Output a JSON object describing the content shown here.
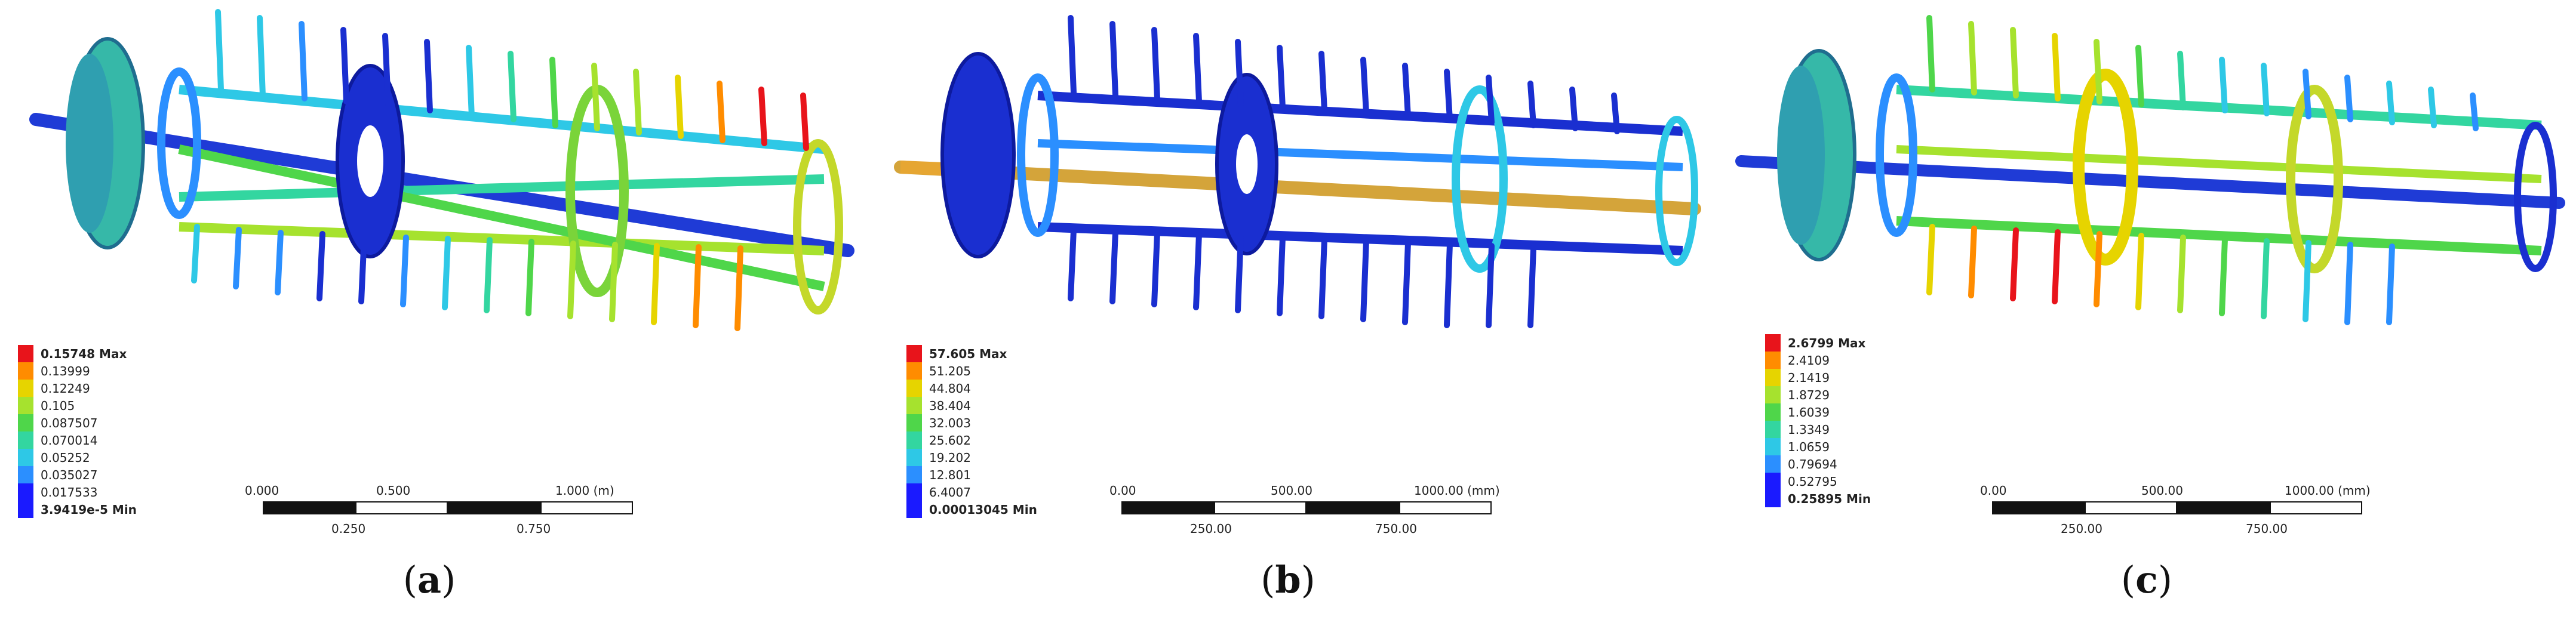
{
  "panels": [
    {
      "caption_open": "(",
      "caption_letter": "a",
      "caption_close": ")",
      "legend_colors": [
        "#e8141b",
        "#ff8c00",
        "#e6d400",
        "#a6e22e",
        "#4fd64a",
        "#33d6a0",
        "#2ec8e6",
        "#2b8fff",
        "#1a1aff"
      ],
      "legend": [
        "0.15748 Max",
        "0.13999",
        "0.12249",
        "0.105",
        "0.087507",
        "0.070014",
        "0.05252",
        "0.035027",
        "0.017533",
        "3.9419e-5 Min"
      ],
      "scale_top": [
        "0.000",
        "0.500",
        "1.000 (m)"
      ],
      "scale_bottom": [
        "0.250",
        "0.750"
      ]
    },
    {
      "caption_open": "(",
      "caption_letter": "b",
      "caption_close": ")",
      "legend_colors": [
        "#e8141b",
        "#ff8c00",
        "#e6d400",
        "#a6e22e",
        "#4fd64a",
        "#33d6a0",
        "#2ec8e6",
        "#2b8fff",
        "#1a1aff"
      ],
      "legend": [
        "57.605 Max",
        "51.205",
        "44.804",
        "38.404",
        "32.003",
        "25.602",
        "19.202",
        "12.801",
        "6.4007",
        "0.00013045 Min"
      ],
      "scale_top": [
        "0.00",
        "500.00",
        "1000.00 (mm)"
      ],
      "scale_bottom": [
        "250.00",
        "750.00"
      ]
    },
    {
      "caption_open": "(",
      "caption_letter": "c",
      "caption_close": ")",
      "legend_colors": [
        "#e8141b",
        "#ff8c00",
        "#e6d400",
        "#a6e22e",
        "#4fd64a",
        "#33d6a0",
        "#2ec8e6",
        "#2b8fff",
        "#1a1aff"
      ],
      "legend": [
        "2.6799 Max",
        "2.4109",
        "2.1419",
        "1.8729",
        "1.6039",
        "1.3349",
        "1.0659",
        "0.79694",
        "0.52795",
        "0.25895 Min"
      ],
      "scale_top": [
        "0.00",
        "500.00",
        "1000.00 (mm)"
      ],
      "scale_bottom": [
        "250.00",
        "750.00"
      ]
    }
  ]
}
